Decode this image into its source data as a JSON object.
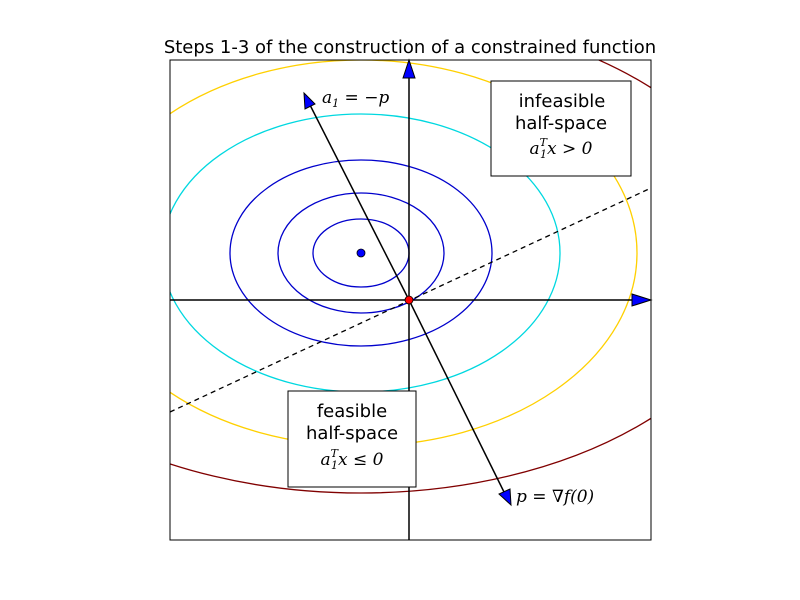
{
  "figure": {
    "title": "Steps 1-3 of the construction of a constrained function"
  },
  "labels": {
    "a1_eq": "a",
    "a1_sub": "1",
    "a1_rhs": " = −p",
    "p_lhs": "p",
    "p_eq": " = ∇f(0)"
  },
  "boxes": {
    "infeasible": {
      "line1": "infeasible",
      "line2": "half-space",
      "math_a": "a",
      "math_sub": "1",
      "math_sup": "T",
      "math_rest": "x > 0"
    },
    "feasible": {
      "line1": "feasible",
      "line2": "half-space",
      "math_a": "a",
      "math_sub": "1",
      "math_sup": "T",
      "math_rest": "x ≤ 0"
    }
  },
  "colors": {
    "contour_innermost": "#0000cc",
    "contour_inner": "#0000cc",
    "contour_mid": "#0000cc",
    "contour_cyan": "#00d8e0",
    "contour_gold": "#ffd000",
    "contour_dark_red": "#800000",
    "arrow_fill": "#0000ff",
    "origin_point": "#ff0000",
    "center_point": "#0000ff",
    "axes": "#000000"
  }
}
